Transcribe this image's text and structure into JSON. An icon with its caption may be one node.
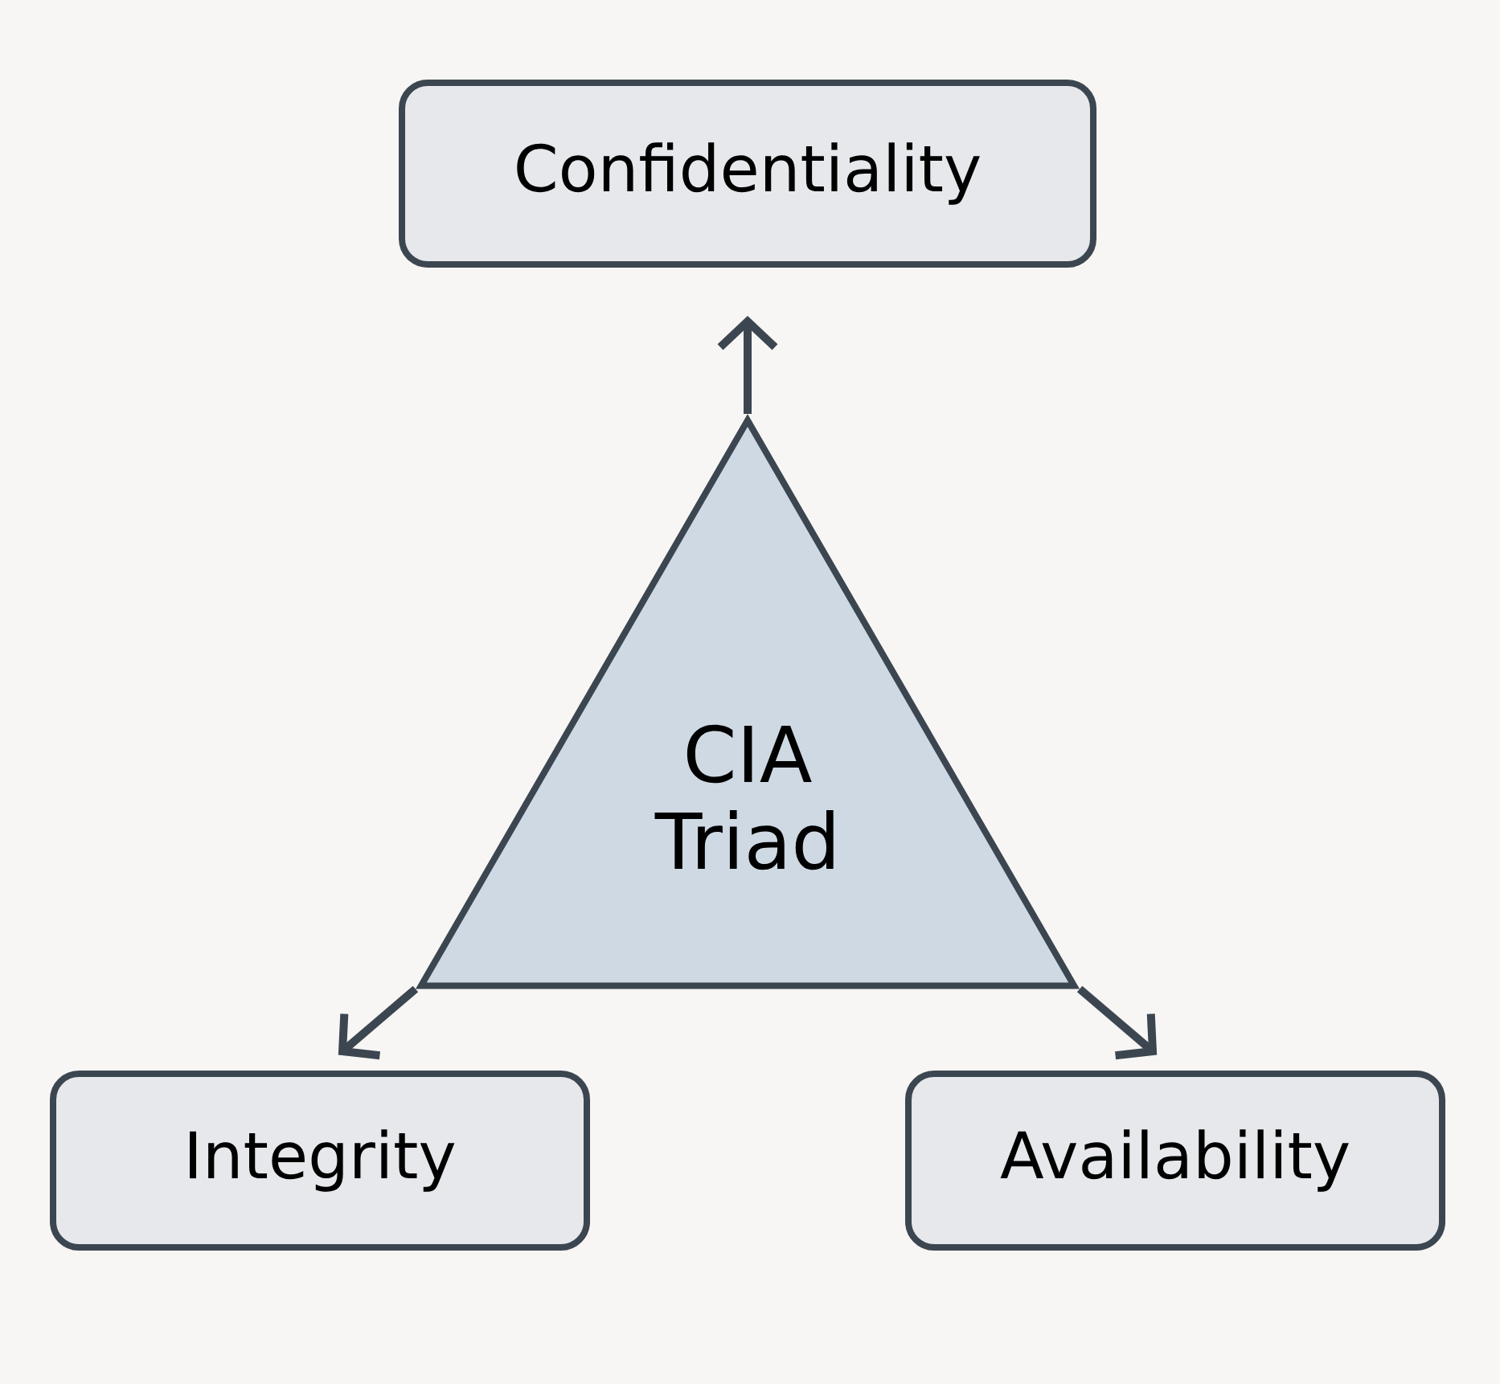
{
  "diagram": {
    "nodes": [
      {
        "text": [
          "Confidentiality"
        ]
      },
      {
        "text": [
          "CIA Triad"
        ]
      },
      {
        "text": [
          "Integrity"
        ]
      },
      {
        "text": [
          "Availability"
        ]
      }
    ],
    "edges": [
      {
        "from": 1,
        "to": 0,
        "arrow": "to"
      },
      {
        "from": 1,
        "to": 2,
        "arrow": "to"
      },
      {
        "from": 1,
        "to": 3,
        "arrow": "to"
      }
    ]
  }
}
